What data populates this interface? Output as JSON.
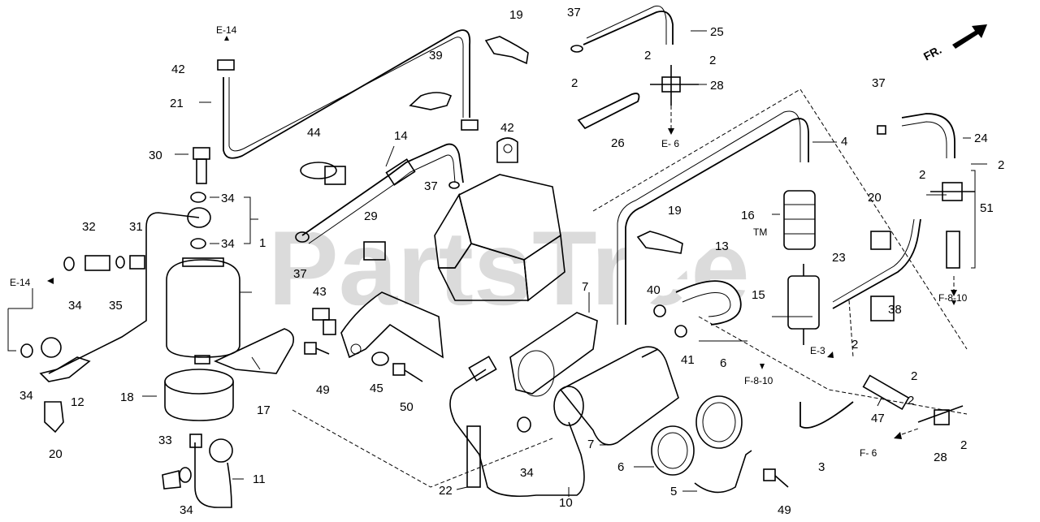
{
  "watermark": "PartsTree",
  "watermark_tm": "TM",
  "direction_label": "FR.",
  "callouts": {
    "c1": "1",
    "c2a": "2",
    "c2b": "2",
    "c2c": "2",
    "c2d": "2",
    "c2e": "2",
    "c2f": "2",
    "c2g": "2",
    "c2h": "2",
    "c2i": "2",
    "c3": "3",
    "c4": "4",
    "c5": "5",
    "c6a": "6",
    "c6b": "6",
    "c7a": "7",
    "c7b": "7",
    "c10": "10",
    "c11": "11",
    "c12": "12",
    "c13": "13",
    "c14": "14",
    "c15": "15",
    "c16": "16",
    "c17": "17",
    "c18": "18",
    "c19a": "19",
    "c19b": "19",
    "c20a": "20",
    "c20b": "20",
    "c21": "21",
    "c22": "22",
    "c23": "23",
    "c24": "24",
    "c25": "25",
    "c26": "26",
    "c28a": "28",
    "c28b": "28",
    "c29": "29",
    "c30": "30",
    "c31": "31",
    "c32": "32",
    "c33": "33",
    "c34a": "34",
    "c34b": "34",
    "c34c": "34",
    "c34d": "34",
    "c34e": "34",
    "c34f": "34",
    "c35": "35",
    "c37a": "37",
    "c37b": "37",
    "c37c": "37",
    "c37d": "37",
    "c38": "38",
    "c39": "39",
    "c40": "40",
    "c41": "41",
    "c42a": "42",
    "c42b": "42",
    "c43": "43",
    "c44": "44",
    "c45": "45",
    "c47": "47",
    "c49a": "49",
    "c49b": "49",
    "c50": "50",
    "c51": "51"
  },
  "references": {
    "r_e14a": "E-14",
    "r_e14b": "E-14",
    "r_e6a": "E- 6",
    "r_e6b": "F- 6",
    "r_e3": "E-3",
    "r_f810a": "F-8-10",
    "r_f810b": "F-8-10"
  }
}
